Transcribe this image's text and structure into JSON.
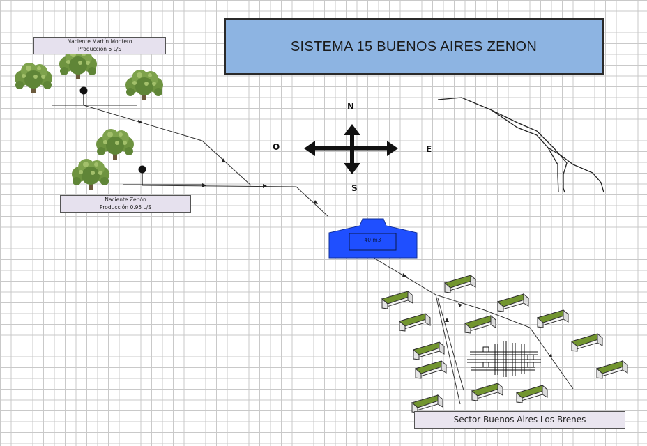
{
  "title": "SISTEMA 15 BUENOS AIRES ZENON",
  "spring_martin": {
    "name": "Naciente  Martín Montero",
    "production": "Producción 6 L/S"
  },
  "spring_zenon": {
    "name": "Naciente  Zenón",
    "production": "Producción 0.95 L/S"
  },
  "tank": {
    "capacity": "40 m3",
    "color": "#1f4fff"
  },
  "compass": {
    "north": "N",
    "south": "S",
    "west": "O",
    "east": "E"
  },
  "sector": {
    "label": "Sector Buenos Aires Los Brenes"
  },
  "colors": {
    "title_fill": "#8db4e2",
    "label_fill": "#e6e1ee",
    "roof_green": "#7a9a3a",
    "tree_green": "#6b8f3a"
  }
}
